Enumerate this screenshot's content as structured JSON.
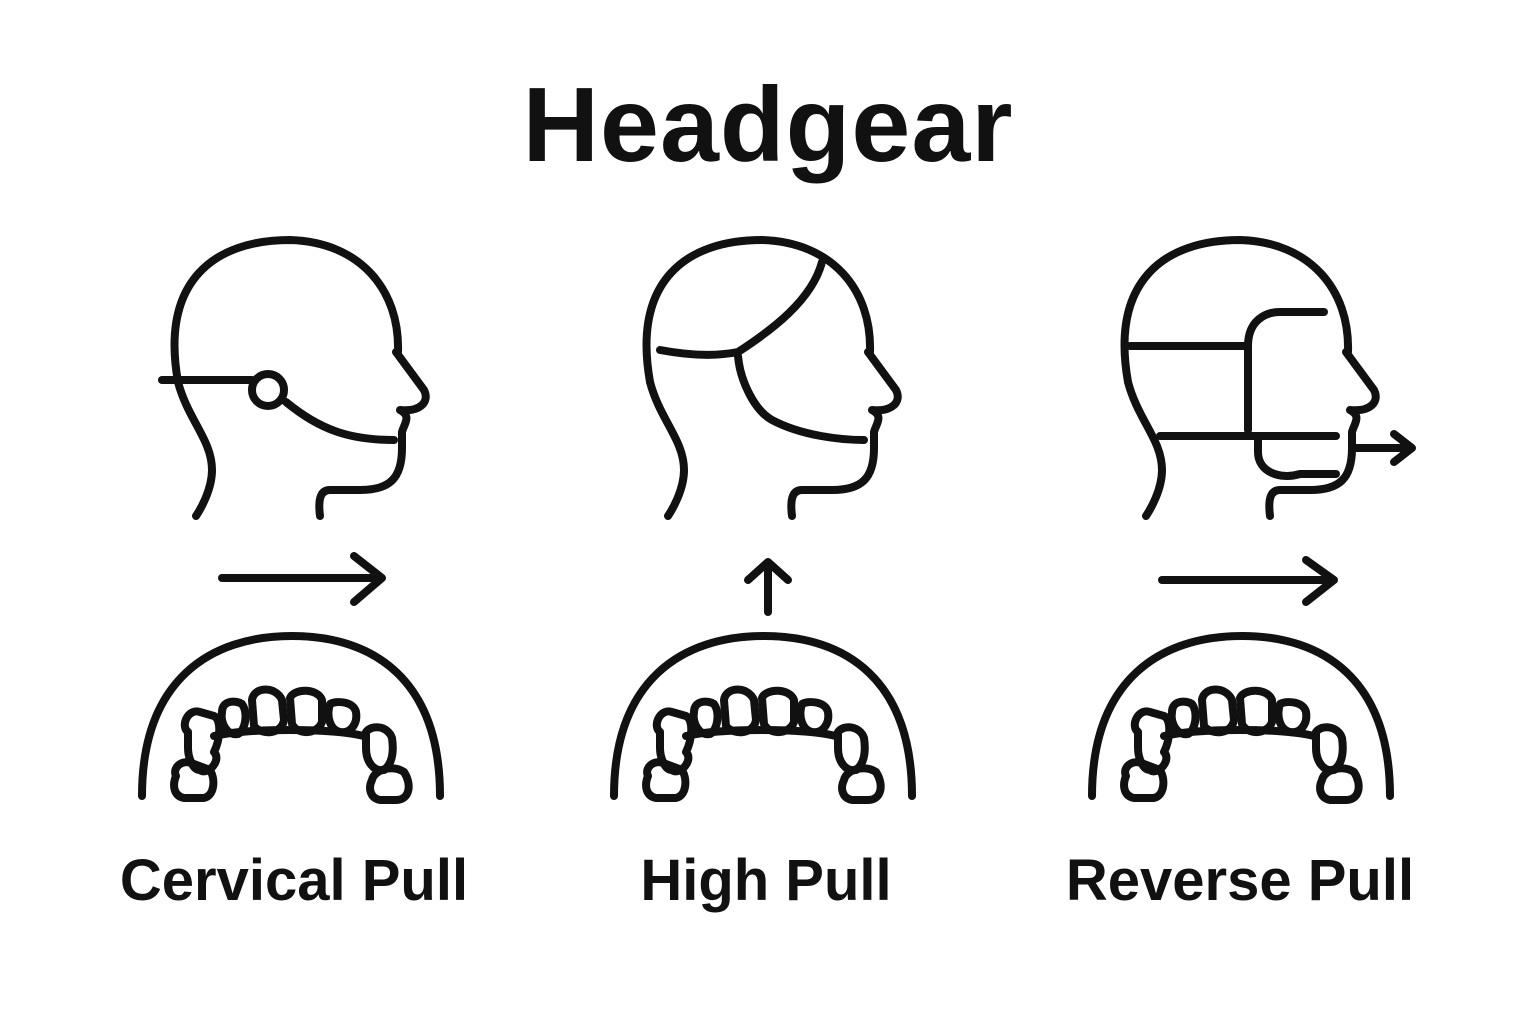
{
  "title": "Headgear",
  "panels": [
    {
      "label": "Cervical Pull",
      "head_icon": "head-cervical-strap-icon",
      "arrow_icon": "arrow-right-icon",
      "arch_icon": "dental-arch-icon"
    },
    {
      "label": "High Pull",
      "head_icon": "head-high-pull-strap-icon",
      "arrow_icon": "arrow-up-icon",
      "arch_icon": "dental-arch-icon"
    },
    {
      "label": "Reverse Pull",
      "head_icon": "head-reverse-pull-mask-icon",
      "arrow_icon": "arrow-right-icon",
      "arch_icon": "dental-arch-icon"
    }
  ],
  "colors": {
    "ink": "#111111",
    "background": "#ffffff"
  }
}
